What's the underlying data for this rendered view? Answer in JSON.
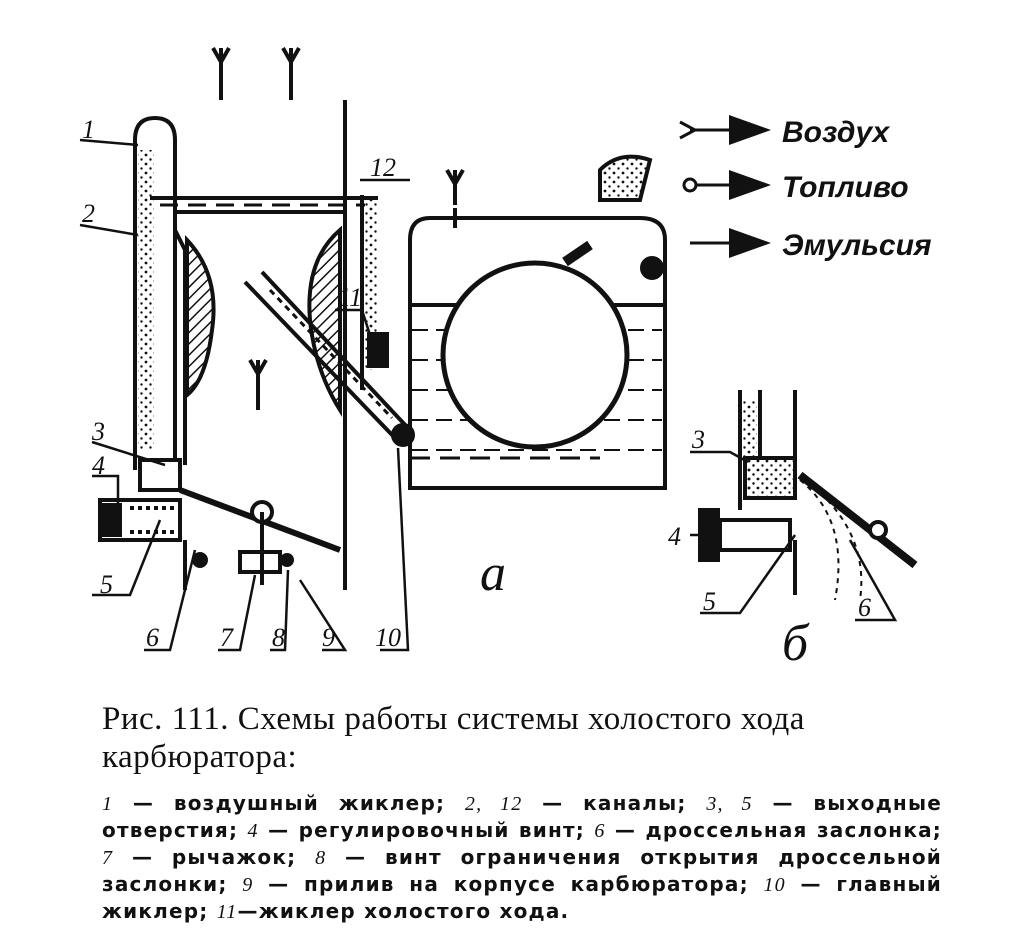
{
  "legend": [
    {
      "label": "Воздух",
      "icon": "arrow-tail-icon"
    },
    {
      "label": "Топливо",
      "icon": "circle-arrow-icon"
    },
    {
      "label": "Эмульсия",
      "icon": "plain-arrow-icon"
    }
  ],
  "labels": [
    "1",
    "2",
    "3",
    "4",
    "5",
    "6",
    "7",
    "8",
    "9",
    "10",
    "11",
    "12"
  ],
  "detail_labels": [
    "3",
    "4",
    "5",
    "6"
  ],
  "parts": {
    "a": "а",
    "b": "б"
  },
  "caption": "Рис. 111. Схемы работы системы холостого хода карбюратора:",
  "descriptions": [
    {
      "num": "1",
      "text": " — воздушный жиклер; "
    },
    {
      "num": "2, 12",
      "text": " — каналы; "
    },
    {
      "num": "3, 5",
      "text": " — выходные отверстия; "
    },
    {
      "num": "4",
      "text": " — регулировочный винт; "
    },
    {
      "num": "6",
      "text": " — дроссельная заслонка; "
    },
    {
      "num": "7",
      "text": " — рычажок; "
    },
    {
      "num": "8",
      "text": " — винт ограничения открытия дроссельной заслонки; "
    },
    {
      "num": "9",
      "text": " — прилив на корпусе карбюратора; "
    },
    {
      "num": "10",
      "text": " — главный жиклер; "
    },
    {
      "num": "11",
      "text": "—жиклер холостого хода."
    }
  ]
}
